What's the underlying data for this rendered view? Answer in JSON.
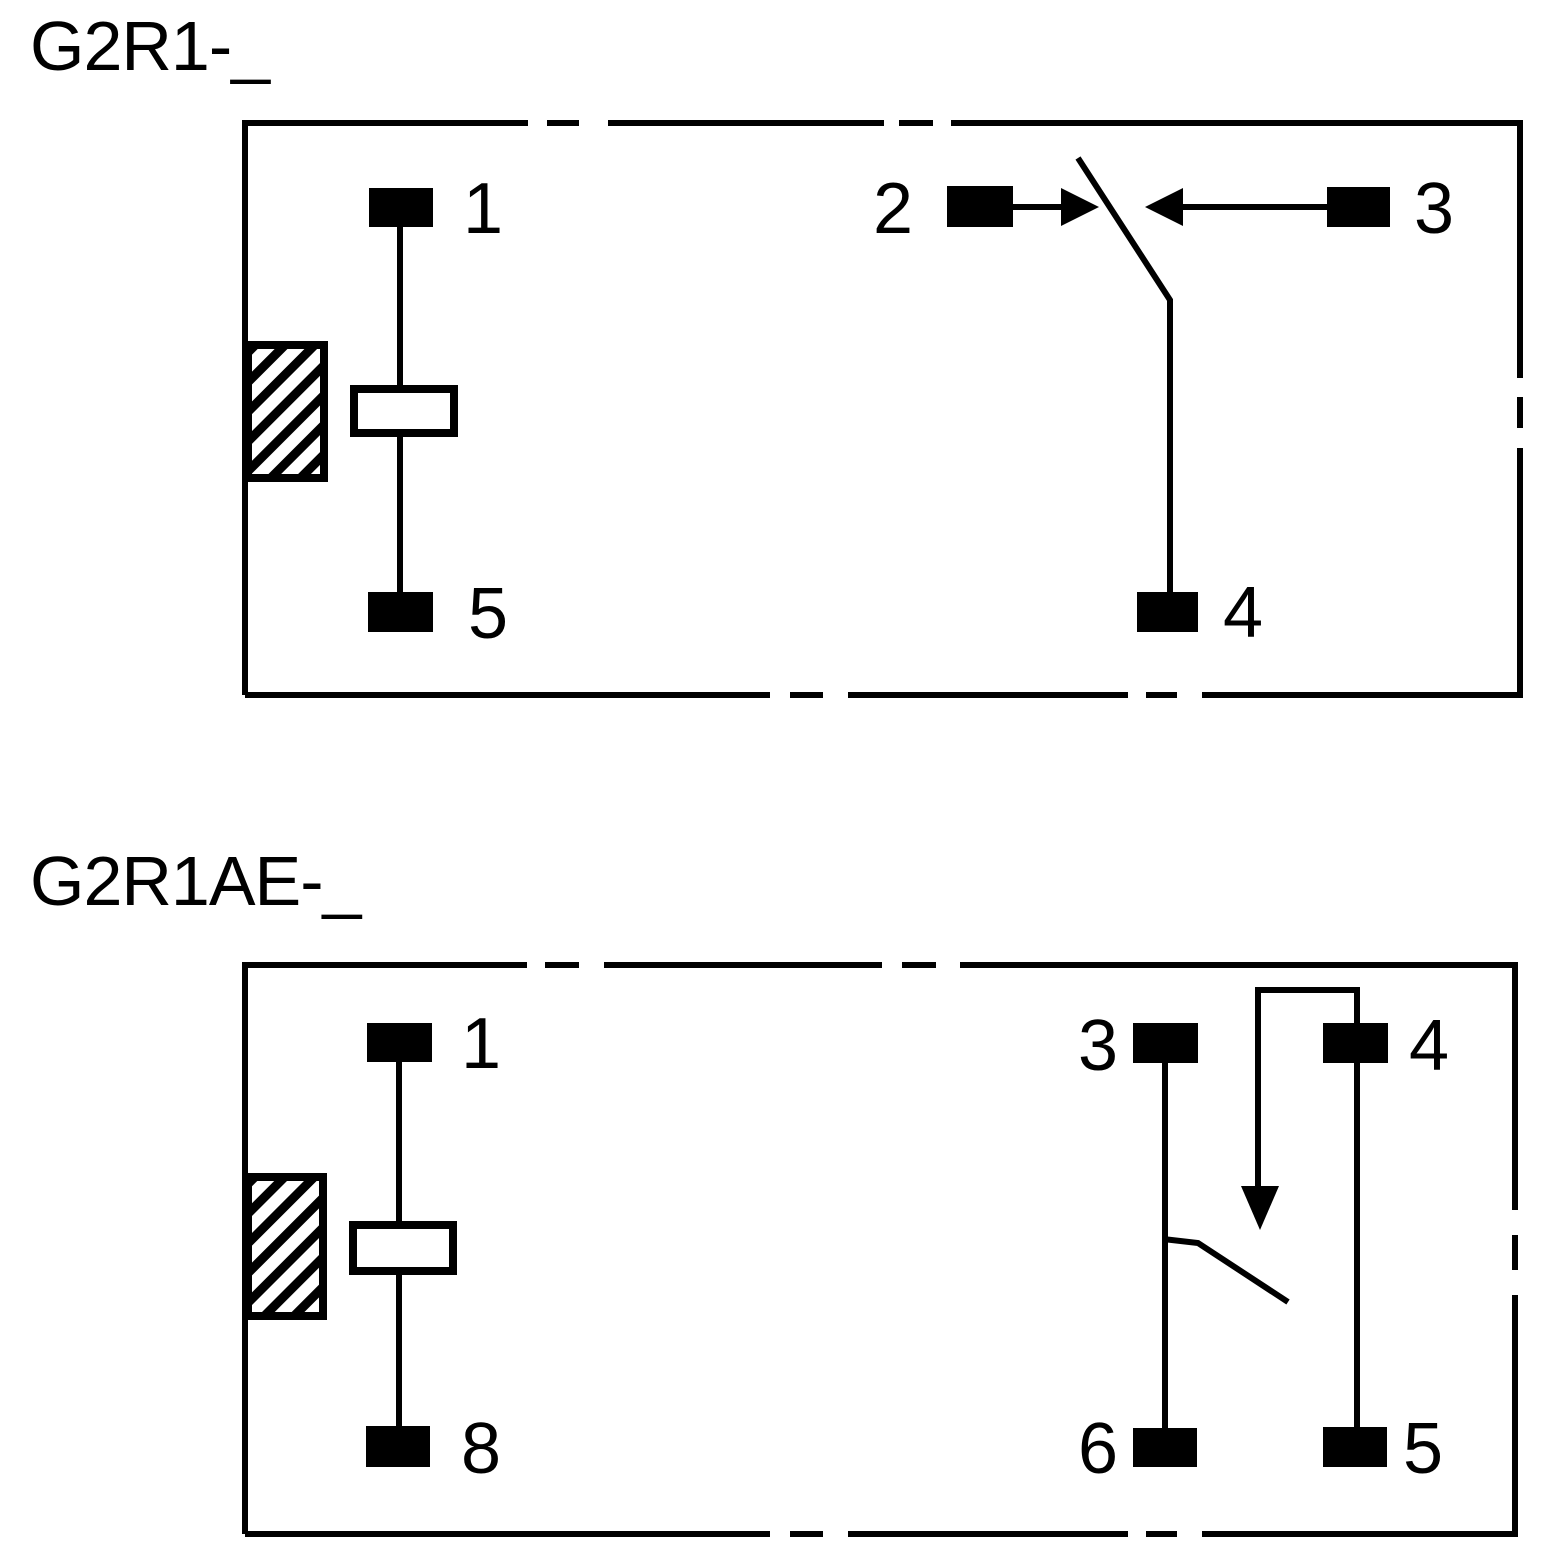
{
  "figure": {
    "ink_color": "#000000",
    "paper_color": "#ffffff"
  },
  "diagram1": {
    "title": "G2R1-_",
    "pin1": "1",
    "pin5": "5",
    "pin2": "2",
    "pin3": "3",
    "pin4": "4"
  },
  "diagram2": {
    "title": "G2R1AE-_",
    "pin1": "1",
    "pin8": "8",
    "pin3": "3",
    "pin4": "4",
    "pin6": "6",
    "pin5": "5"
  }
}
